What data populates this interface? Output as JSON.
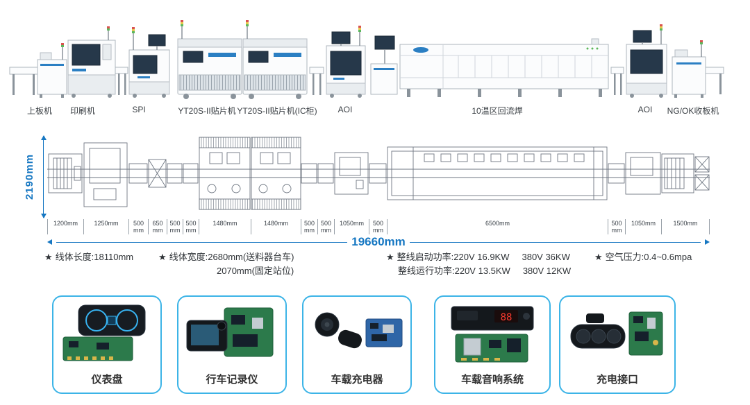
{
  "machines": [
    {
      "label": "上板机"
    },
    {
      "label": "印刷机"
    },
    {
      "label": "SPI"
    },
    {
      "label": "YT20S-II贴片机"
    },
    {
      "label": "YT20S-II贴片机(IC柜)"
    },
    {
      "label": "AOI"
    },
    {
      "label": "10温区回流焊"
    },
    {
      "label": "AOI"
    },
    {
      "label": "NG/OK收板机"
    }
  ],
  "dimensions": {
    "height": "2190mm",
    "total": "19660mm",
    "segments": [
      {
        "line1": "1200mm",
        "line2": ""
      },
      {
        "line1": "1250mm",
        "line2": ""
      },
      {
        "line1": "500",
        "line2": "mm"
      },
      {
        "line1": "650",
        "line2": "mm"
      },
      {
        "line1": "500",
        "line2": "mm"
      },
      {
        "line1": "500",
        "line2": "mm"
      },
      {
        "line1": "1480mm",
        "line2": ""
      },
      {
        "line1": "1480mm",
        "line2": ""
      },
      {
        "line1": "500",
        "line2": "mm"
      },
      {
        "line1": "500",
        "line2": "mm"
      },
      {
        "line1": "1050mm",
        "line2": ""
      },
      {
        "line1": "500",
        "line2": "mm"
      },
      {
        "line1": "6500mm",
        "line2": ""
      },
      {
        "line1": "500",
        "line2": "mm"
      },
      {
        "line1": "1050mm",
        "line2": ""
      },
      {
        "line1": "1500mm",
        "line2": ""
      }
    ]
  },
  "specs": {
    "item1": {
      "star": "★",
      "text": "线体长度:18110mm"
    },
    "item2": {
      "star": "★",
      "text": "线体宽度:2680mm(送料器台车)",
      "text2": "2070mm(固定站位)"
    },
    "item3": {
      "star": "★",
      "text_a": "整线启动功率:220V 16.9KW",
      "text_b": "380V 36KW",
      "text2_a": "整线运行功率:220V 13.5KW",
      "text2_b": "380V 12KW"
    },
    "item4": {
      "star": "★",
      "text": "空气压力:0.4~0.6mpa"
    }
  },
  "products": [
    {
      "label": "仪表盘"
    },
    {
      "label": "行车记录仪"
    },
    {
      "label": "车载充电器"
    },
    {
      "label": "车载音响系统",
      "display": "88"
    },
    {
      "label": "充电接口"
    }
  ],
  "colors": {
    "accent_blue": "#1677c2",
    "card_border": "#3cb4e7"
  }
}
